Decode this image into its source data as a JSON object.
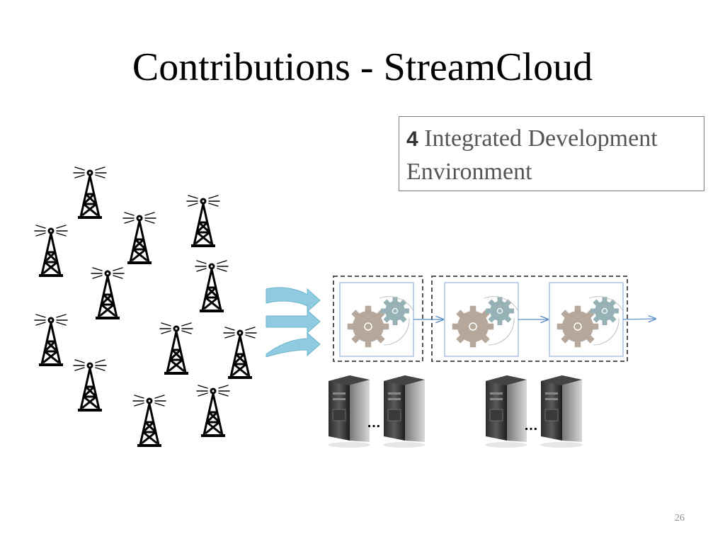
{
  "slide": {
    "title": "Contributions - StreamCloud",
    "callout_number": "4",
    "callout_line1": "Integrated Development",
    "callout_line2": "Environment",
    "page_number": "26",
    "ellipsis": "…"
  },
  "icons": {
    "tower": "antenna-tower-icon",
    "flow_arrow": "curved-arrow-icon",
    "gear": "gears-icon",
    "server": "server-icon"
  },
  "colors": {
    "arrow": "#8ecbe0",
    "gear_brown": "#b5a79a",
    "gear_blue": "#97b2b6",
    "operator_border": "#7fa6d0",
    "link_arrow": "#5b8fc9",
    "dashed": "#555555"
  }
}
